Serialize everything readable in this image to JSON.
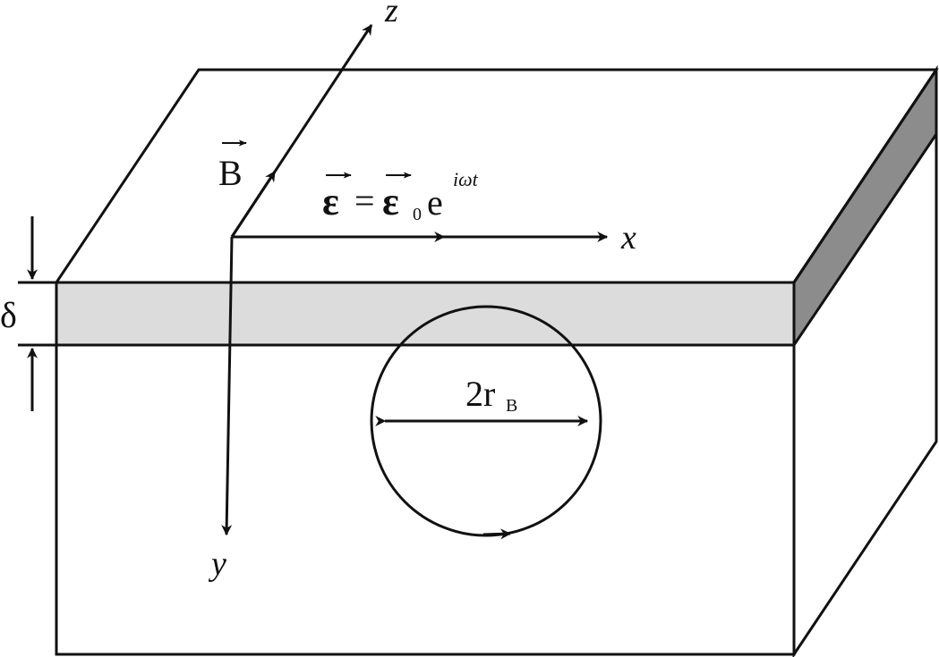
{
  "labels": {
    "axis_z": "z",
    "axis_x": "x",
    "axis_y": "y",
    "magnetic_field": "B",
    "field_eq_lhs": "ε",
    "field_eq_equals": "=",
    "field_eq_rhs": "ε",
    "field_eq_sub": "0",
    "field_eq_e": "e",
    "field_eq_exp": "iωt",
    "skin_depth": "δ",
    "orbit_diameter_2": "2r",
    "orbit_diameter_sub": "B"
  },
  "colors": {
    "skin_layer_front": "#dcdcdc",
    "skin_layer_side": "#8c8c8c",
    "outline": "#111111",
    "background": "#ffffff"
  }
}
